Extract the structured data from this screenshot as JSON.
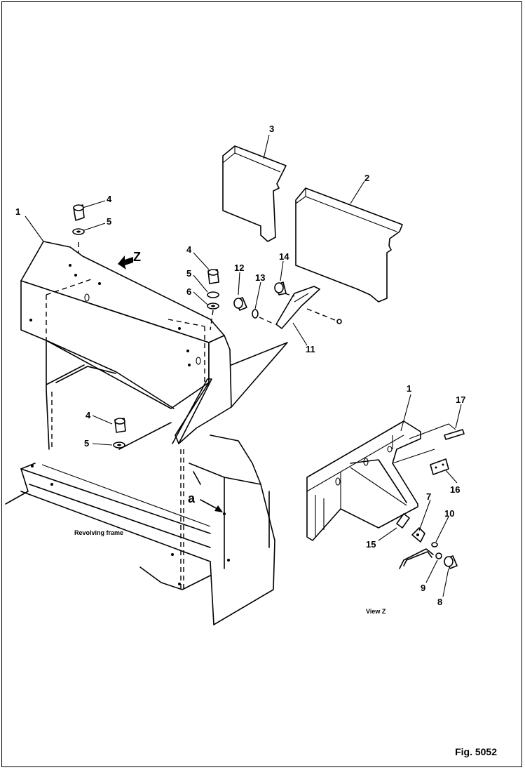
{
  "figure": {
    "label": "Fig. 5052"
  },
  "view_label": "View Z",
  "revolving_frame_label": "Revolving frame",
  "direction": {
    "z_label": "Z",
    "a_label": "a"
  },
  "callouts": {
    "c1a": "1",
    "c1b": "1",
    "c2": "2",
    "c3": "3",
    "c4a": "4",
    "c4b": "4",
    "c4c": "4",
    "c5a": "5",
    "c5b": "5",
    "c5c": "5",
    "c6": "6",
    "c7": "7",
    "c8": "8",
    "c9": "9",
    "c10": "10",
    "c11": "11",
    "c12": "12",
    "c13": "13",
    "c14": "14",
    "c15": "15",
    "c16": "16",
    "c17": "17"
  }
}
